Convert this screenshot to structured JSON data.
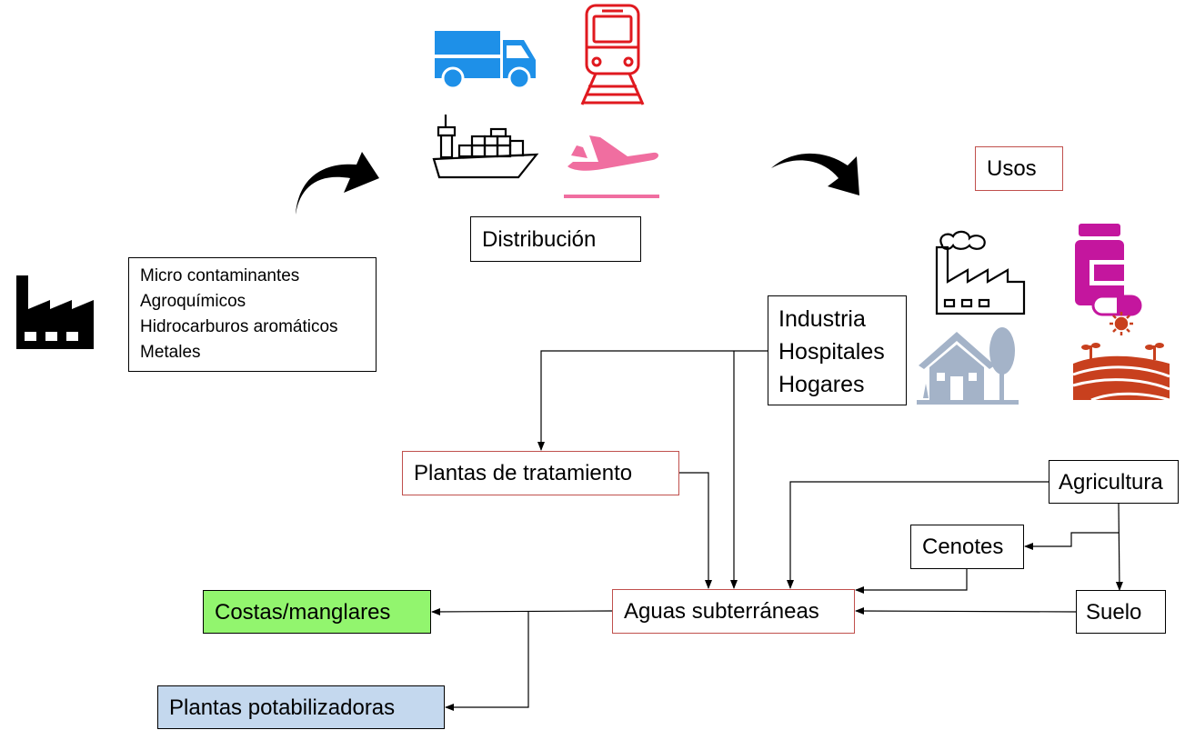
{
  "contaminants": [
    "Micro contaminantes",
    "Agroquímicos",
    "Hidrocarburos aromáticos",
    "Metales"
  ],
  "distribution_label": "Distribución",
  "uses_label": "Usos",
  "sources": [
    "Industria",
    "Hospitales",
    "Hogares"
  ],
  "treatment_plants": "Plantas de tratamiento",
  "agriculture": "Agricultura",
  "cenotes": "Cenotes",
  "soil": "Suelo",
  "groundwater": "Aguas subterráneas",
  "coasts": "Costas/manglares",
  "potabilization_plants": "Plantas potabilizadoras",
  "colors": {
    "truck": "#1e90e8",
    "train": "#e0191f",
    "plane": "#f06ea0",
    "pills": "#c4169e",
    "farm": "#c8401e",
    "house": "#a4b3c8",
    "coasts_fill": "#92f56e",
    "potab_fill": "#c4d8ee",
    "red_border": "#c0504d"
  },
  "icons": [
    "factory-icon",
    "truck-icon",
    "train-icon",
    "ship-icon",
    "airplane-icon",
    "curved-arrow-icon",
    "industry-icon",
    "pills-icon",
    "house-icon",
    "farmland-icon"
  ]
}
